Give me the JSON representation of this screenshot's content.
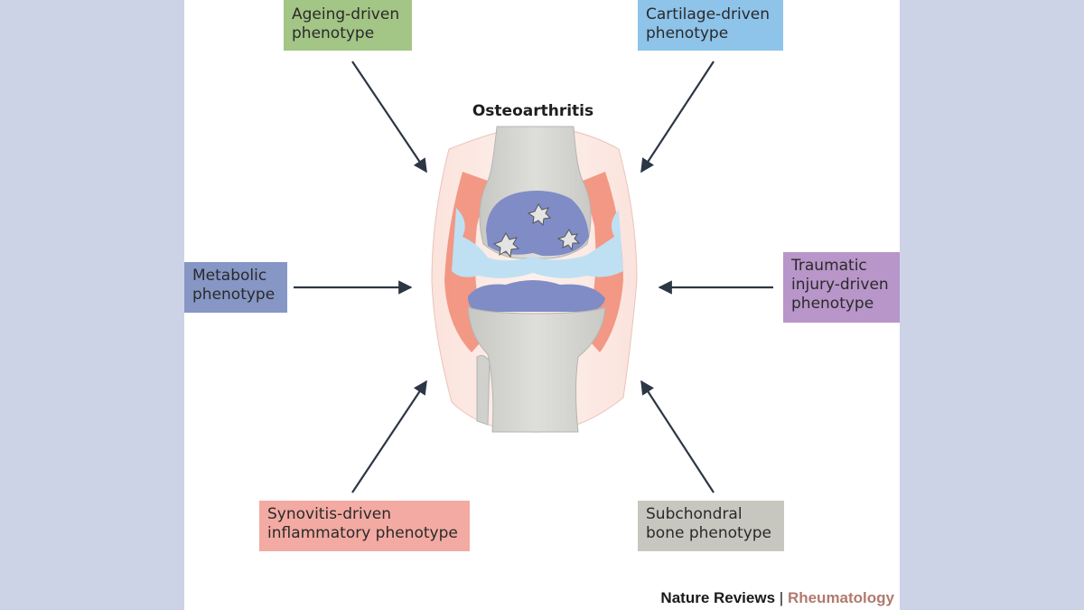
{
  "diagram": {
    "title": "Osteoarthritis",
    "phenotypes": {
      "ageing": {
        "line1": "Ageing-driven",
        "line2": "phenotype",
        "color": "#a3c585"
      },
      "cartilage": {
        "line1": "Cartilage-driven",
        "line2": "phenotype",
        "color": "#8ec3ea"
      },
      "metabolic": {
        "line1": "Metabolic",
        "line2": "phenotype",
        "color": "#8696c5"
      },
      "traumatic": {
        "line1": "Traumatic",
        "line2": "injury-driven",
        "line3": "phenotype",
        "color": "#b896c9"
      },
      "synovitis": {
        "line1": "Synovitis-driven",
        "line2": "inflammatory phenotype",
        "color": "#f3aaa2"
      },
      "subchondral": {
        "line1": "Subchondral",
        "line2": "bone phenotype",
        "color": "#c8c7bf"
      }
    },
    "colors": {
      "arrow": "#2c3645",
      "bone": "#d4d4d0",
      "cartilage": "#7f8cc6",
      "synovium": "#f08a74",
      "fluid": "#bfe0f3"
    }
  },
  "footer": {
    "journal": "Nature Reviews",
    "separator": "|",
    "subject": "Rheumatology"
  }
}
